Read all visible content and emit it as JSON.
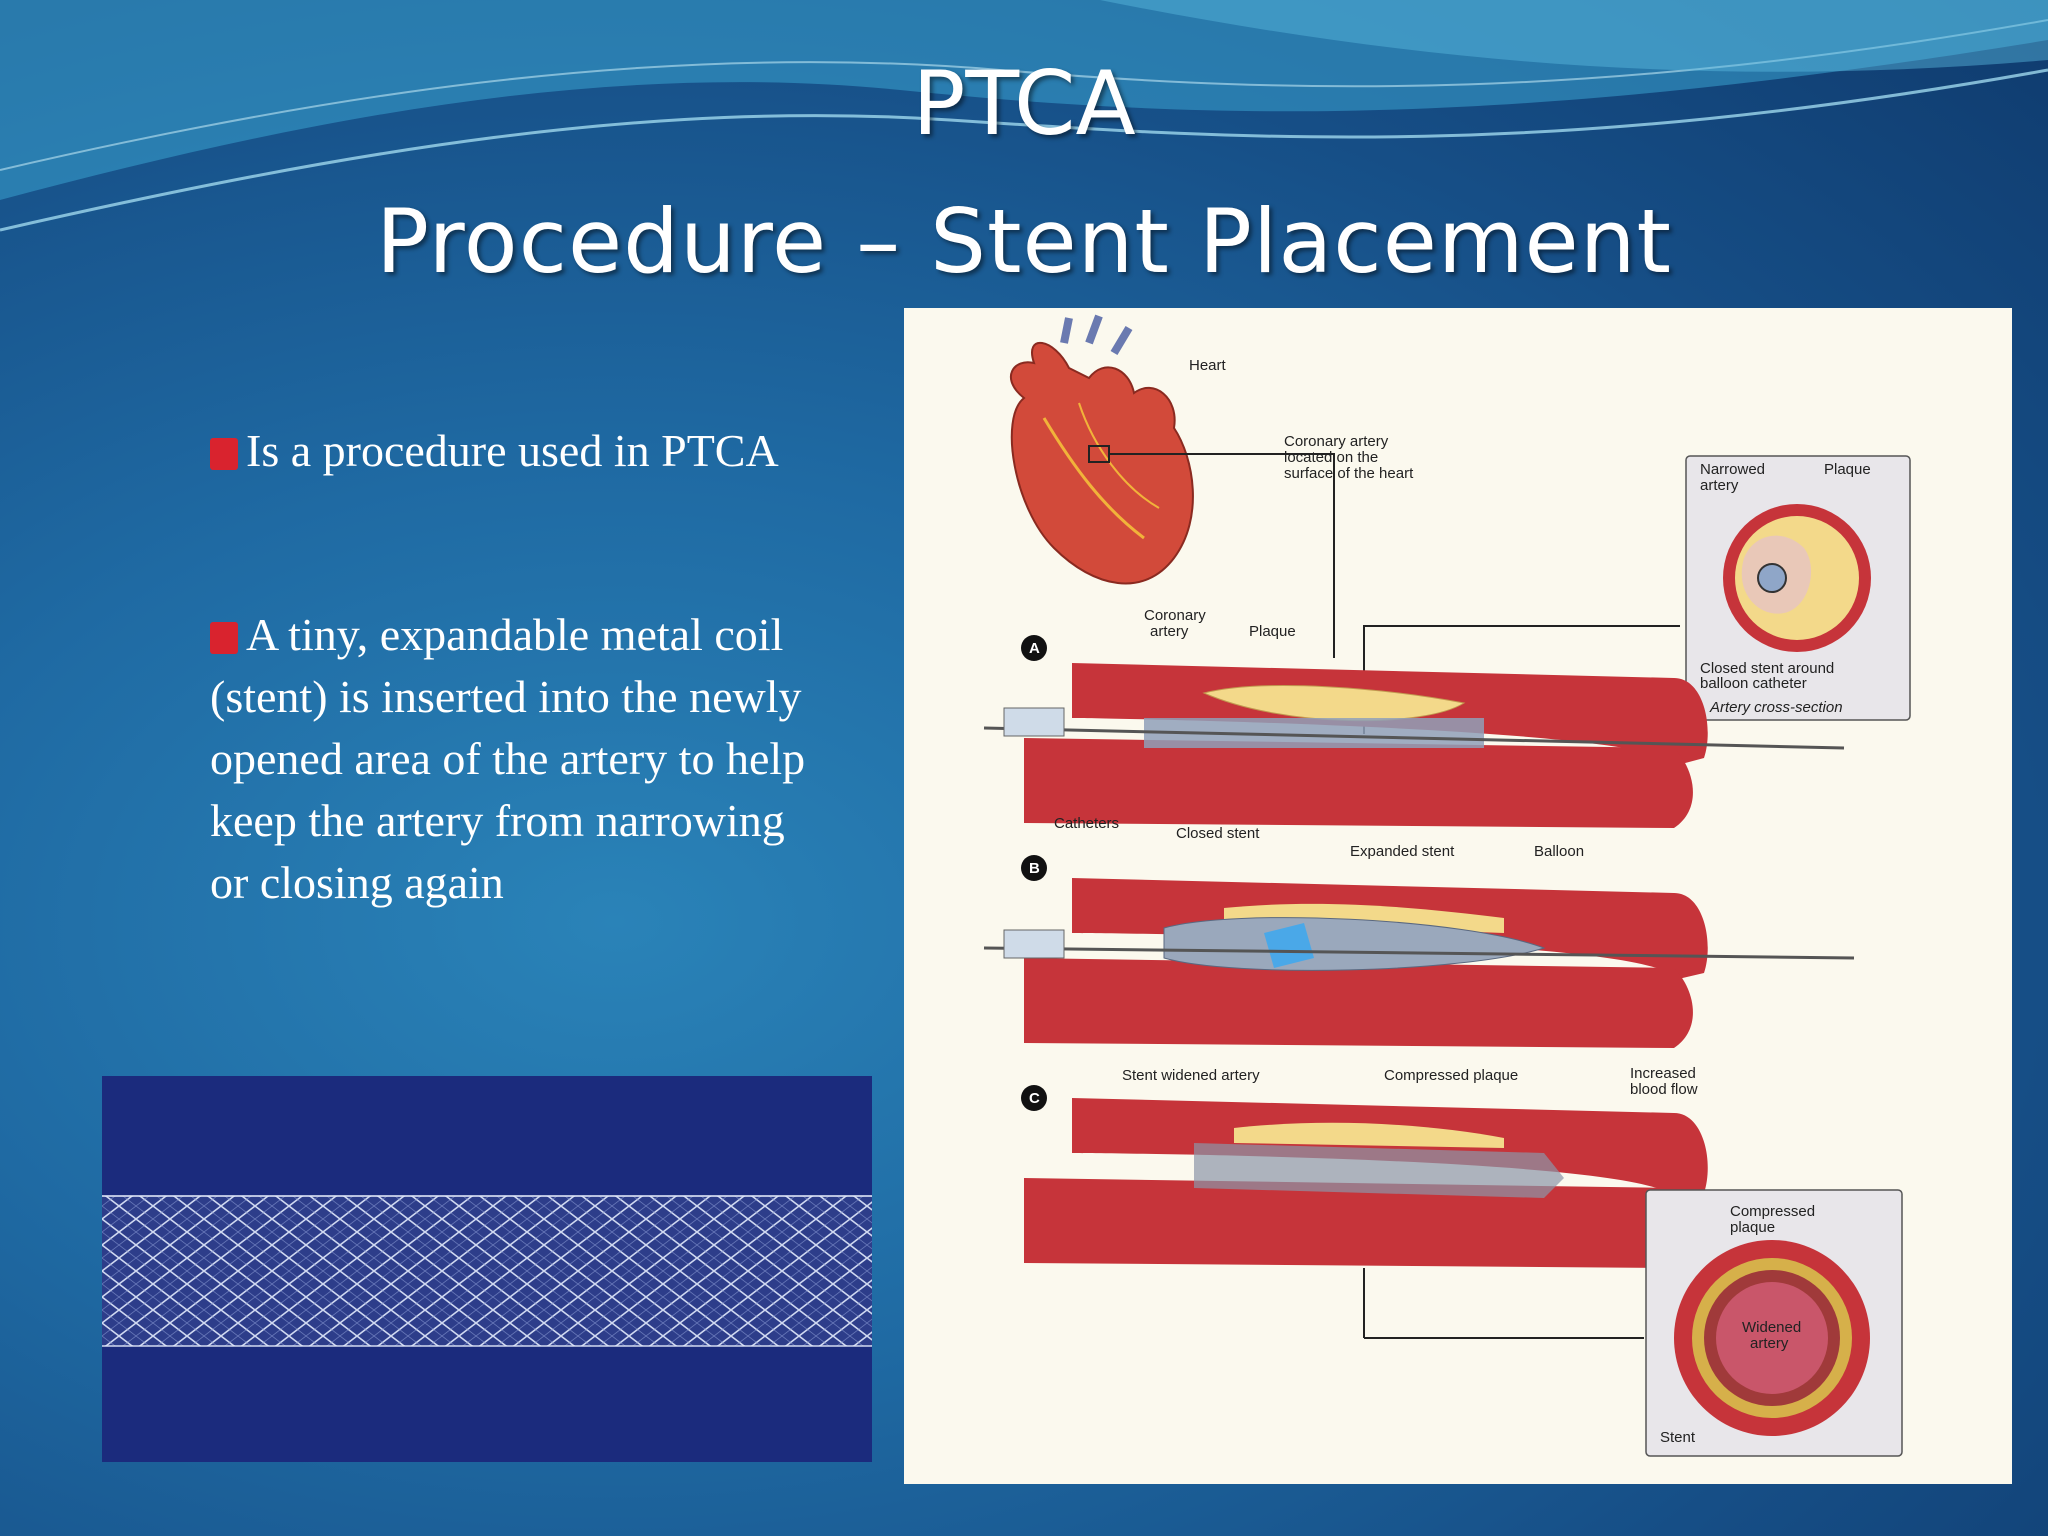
{
  "slide": {
    "title_line1": "PTCA",
    "title_line2": "Procedure – Stent Placement"
  },
  "bullets": [
    {
      "text": "Is  a procedure used in PTCA"
    },
    {
      "text": "A tiny, expandable metal coil (stent) is inserted into the newly opened area of the artery to help keep the artery from narrowing or closing again"
    }
  ],
  "diagram": {
    "labels": {
      "heart": "Heart",
      "coronary_note_1": "Coronary artery",
      "coronary_note_2": "located on the",
      "coronary_note_3": "surface of the heart",
      "narrowed_artery_1": "Narrowed",
      "narrowed_artery_2": "artery",
      "plaque_top": "Plaque",
      "closed_stent_around_1": "Closed stent around",
      "closed_stent_around_2": "balloon catheter",
      "artery_cross_section": "Artery cross-section",
      "coronary_artery_1": "Coronary",
      "coronary_artery_2": "artery",
      "plaque_a": "Plaque",
      "catheters": "Catheters",
      "closed_stent": "Closed stent",
      "expanded_stent": "Expanded stent",
      "balloon": "Balloon",
      "stent_widened_artery": "Stent widened artery",
      "compressed_plaque": "Compressed plaque",
      "increased_blood_flow_1": "Increased",
      "increased_blood_flow_2": "blood flow",
      "compressed_plaque_cs_1": "Compressed",
      "compressed_plaque_cs_2": "plaque",
      "widened_artery_1": "Widened",
      "widened_artery_2": "artery",
      "stent": "Stent",
      "step_a": "A",
      "step_b": "B",
      "step_c": "C"
    }
  },
  "colors": {
    "bullet_mark": "#d9232e",
    "artery_red": "#c6343a",
    "plaque_yellow": "#f3d98a",
    "diagram_bg": "#fbf9ee"
  }
}
